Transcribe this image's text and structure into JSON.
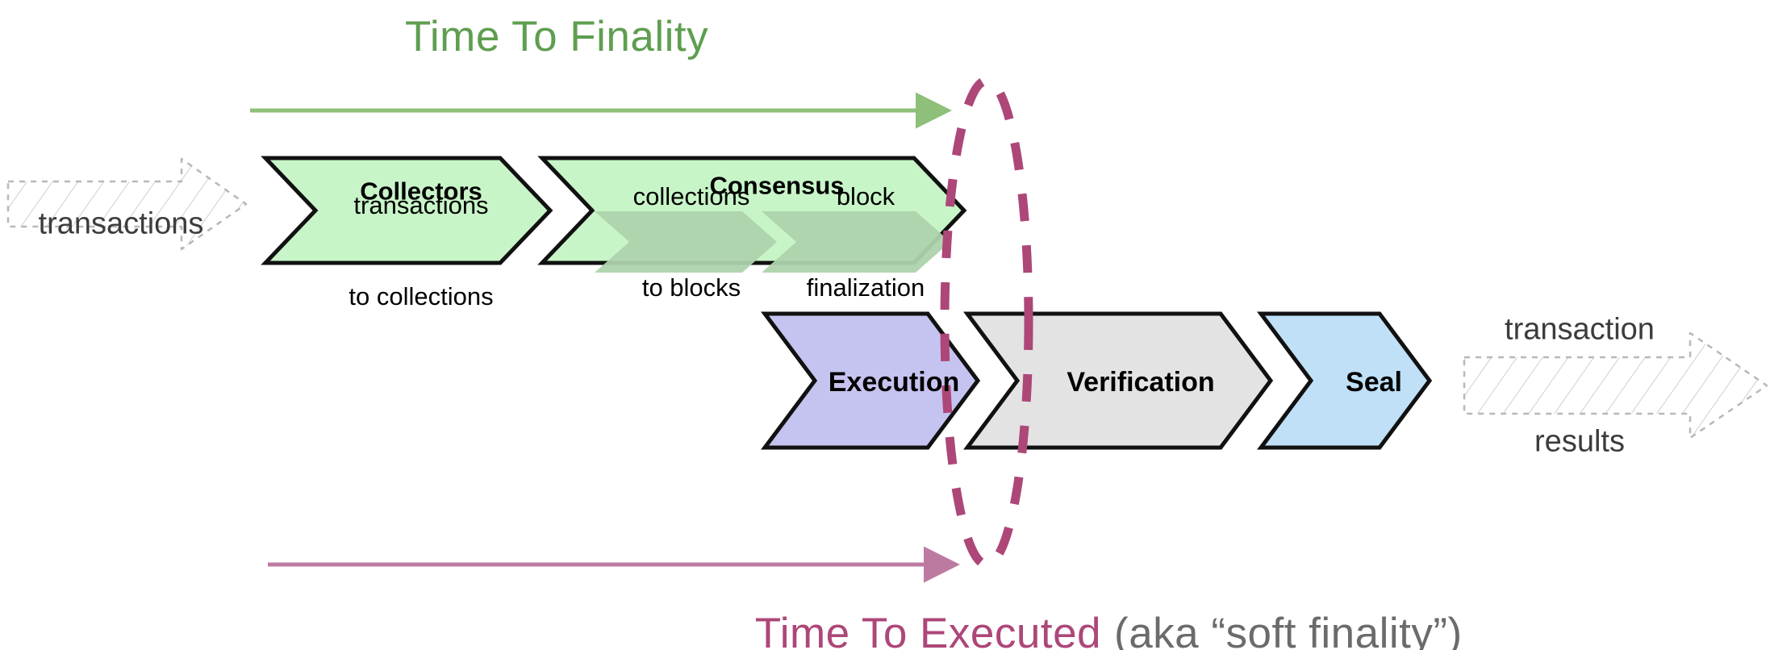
{
  "diagram": {
    "title_top": "Time To Finality",
    "title_bottom_primary": "Time To Executed",
    "title_bottom_secondary": "(aka “soft finality”)",
    "input_label": "transactions",
    "output_label_line1": "transaction",
    "output_label_line2": "results"
  },
  "colors": {
    "green_accent": "#5f9e50",
    "pink_accent": "#ad4778",
    "gray_text": "#6b6b6b",
    "collectors_fill": "#c8f5c8",
    "consensus_fill": "#c8f5c8",
    "consensus_sub_fill": "#b2d6b0",
    "execution_fill": "#c5c4f0",
    "verification_fill": "#e3e3e3",
    "seal_fill": "#bfe0f7",
    "ghost_stroke": "#b5b5b5",
    "outline": "#000000"
  },
  "pipeline_top": [
    {
      "id": "collectors",
      "heading": "Collectors",
      "sub_line1": "transactions",
      "sub_line2": "to collections"
    },
    {
      "id": "consensus",
      "heading": "Consensus",
      "substages": [
        {
          "id": "collections-to-blocks",
          "line1": "collections",
          "line2": "to blocks"
        },
        {
          "id": "block-finalization",
          "line1": "block",
          "line2": "finalization"
        }
      ]
    }
  ],
  "pipeline_bottom": [
    {
      "id": "execution",
      "label": "Execution"
    },
    {
      "id": "verification",
      "label": "Verification"
    },
    {
      "id": "seal",
      "label": "Seal"
    }
  ],
  "annotations": {
    "finality_arrow": "time-to-finality-arrow",
    "executed_arrow": "time-to-executed-arrow",
    "finality_marker": "dashed-ellipse-finality-boundary"
  }
}
